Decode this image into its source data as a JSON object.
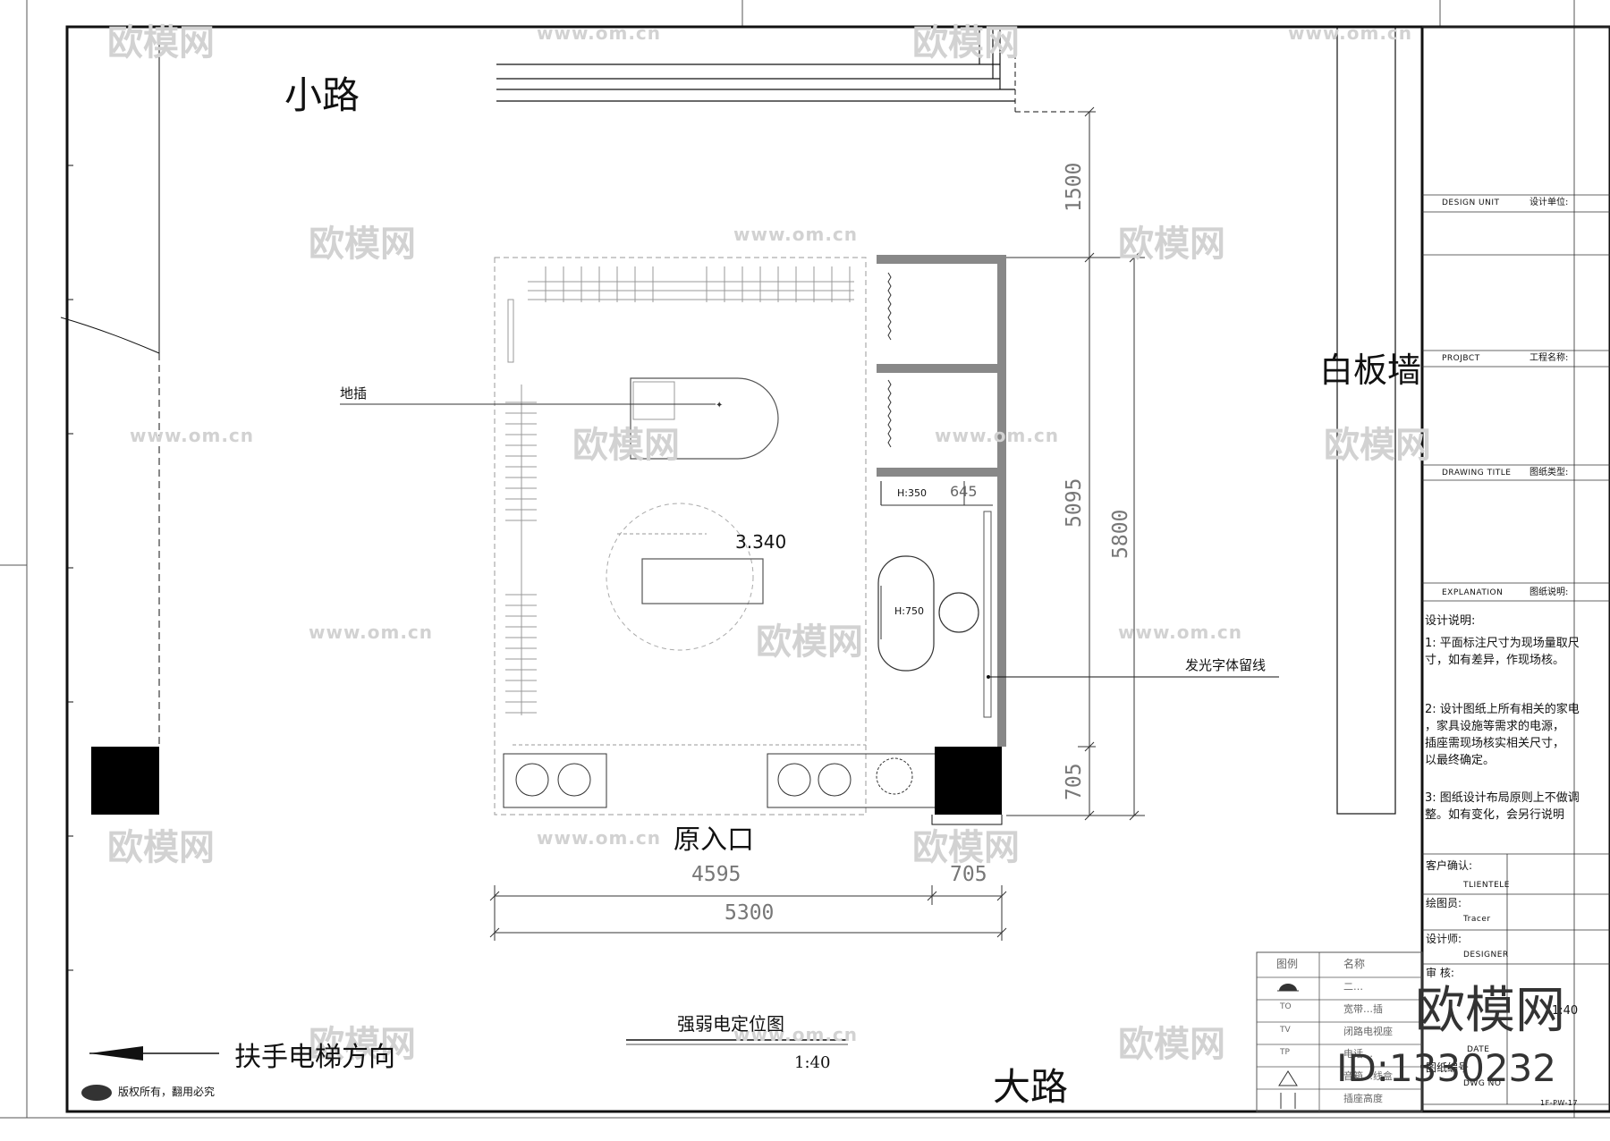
{
  "drawing": {
    "title": "强弱电定位图",
    "scale": "1:40",
    "labels": {
      "small_road": "小路",
      "big_road": "大路",
      "whiteboard_wall": "白板墙",
      "original_entrance": "原入口",
      "escalator_direction": "扶手电梯方向",
      "floor_socket": "地插",
      "luminous_text_line": "发光字体留线",
      "spot_height": "3.340",
      "h350": "H:350",
      "h750": "H:750",
      "copyright": "版权所有，翻用必究"
    },
    "dimensions": {
      "d4595": "4595",
      "d705_bottom": "705",
      "d5300": "5300",
      "d645": "645",
      "d1500": "1500",
      "d5095": "5095",
      "d5800": "5800",
      "d705_right": "705"
    }
  },
  "title_block": {
    "design_unit_en": "DESIGN UNIT",
    "design_unit_cn": "设计单位:",
    "project_en": "PROJBCT",
    "project_cn": "工程名称:",
    "drawing_title_en": "DRAWING TITLE",
    "drawing_title_cn": "图纸类型:",
    "explanation_en": "EXPLANATION",
    "explanation_cn": "图纸说明:",
    "notes_heading": "设计说明:",
    "notes": [
      "1: 平面标注尺寸为现场量取尺\n    寸，如有差异，作现场核。",
      "2: 设计图纸上所有相关的家电\n    ，家具设施等需求的电源，\n    插座需现场核实相关尺寸，\n    以最终确定。",
      "3: 图纸设计布局原则上不做调\n    整。如有变化，会另行说明"
    ],
    "client_cn": "客户确认:",
    "client_en": "TLIENTELE",
    "tracer_cn": "绘图员:",
    "tracer_en": "Tracer",
    "designer_cn": "设计师:",
    "designer_en": "DESIGNER",
    "review_cn": "审 核:",
    "scale_value": "1:40",
    "date_en": "DATE",
    "drawing_no_cn": "图纸编号",
    "drawing_no_en": "DWG NO",
    "sheet_code": "1F-PW-17"
  },
  "legend": {
    "col_symbol": "图例",
    "col_name": "名称",
    "rows": [
      "二…",
      "宽带…插",
      "闭路电视座",
      "电话…",
      "音箱…线盒",
      "插座高度"
    ],
    "symbols": [
      "TO",
      "TV",
      "TP"
    ]
  },
  "watermark": {
    "brand": "欧模网",
    "url": "www.om.cn",
    "id": "ID:1330232"
  }
}
